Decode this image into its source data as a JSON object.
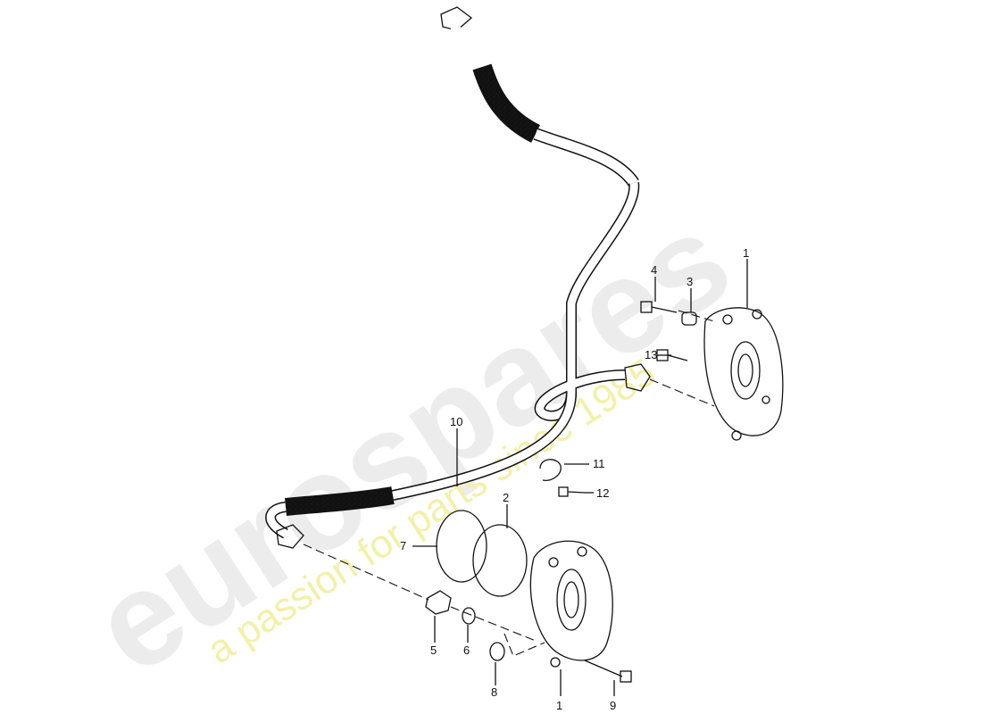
{
  "watermark": {
    "brand": "eurospares",
    "tagline": "a passion for parts since 1985"
  },
  "callouts": [
    {
      "id": "c1-top",
      "label": "1"
    },
    {
      "id": "c1-bottom",
      "label": "1"
    },
    {
      "id": "c2",
      "label": "2"
    },
    {
      "id": "c3",
      "label": "3"
    },
    {
      "id": "c4",
      "label": "4"
    },
    {
      "id": "c5",
      "label": "5"
    },
    {
      "id": "c6",
      "label": "6"
    },
    {
      "id": "c7",
      "label": "7"
    },
    {
      "id": "c8",
      "label": "8"
    },
    {
      "id": "c9",
      "label": "9"
    },
    {
      "id": "c10",
      "label": "10"
    },
    {
      "id": "c11",
      "label": "11"
    },
    {
      "id": "c12",
      "label": "12"
    },
    {
      "id": "c13",
      "label": "13"
    }
  ],
  "colors": {
    "line": "#111111",
    "watermark_brand": "#ececec",
    "watermark_tagline": "#f3f0a8"
  }
}
